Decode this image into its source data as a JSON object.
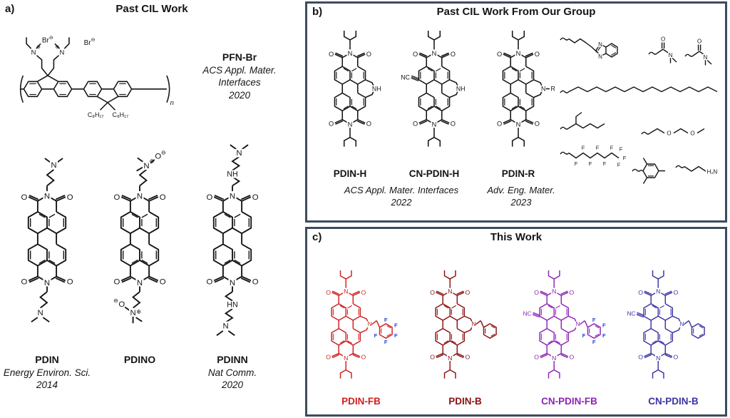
{
  "panel_a": {
    "tag": "a)",
    "title": "Past CIL Work",
    "pfnbr": {
      "name": "PFN-Br",
      "ref_lines": [
        "ACS Appl. Mater.",
        "Interfaces",
        "2020"
      ]
    },
    "compounds": [
      {
        "name": "PDIN",
        "ref_lines": [
          "Energy Environ. Sci.",
          "2014"
        ]
      },
      {
        "name": "PDINO",
        "ref_lines": [
          "",
          ""
        ]
      },
      {
        "name": "PDINN",
        "ref_lines": [
          "Nat Comm.",
          "2020"
        ]
      }
    ]
  },
  "panel_b": {
    "tag": "b)",
    "title": "Past CIL Work From Our Group",
    "compounds": [
      {
        "name": "PDIN-H"
      },
      {
        "name": "CN-PDIN-H"
      },
      {
        "name": "PDIN-R"
      }
    ],
    "refs": [
      {
        "lines": [
          "ACS Appl. Mater. Interfaces",
          "2022"
        ]
      },
      {
        "lines": [
          "Adv. Eng. Mater.",
          "2023"
        ]
      }
    ]
  },
  "panel_c": {
    "tag": "c)",
    "title": "This Work",
    "fluorine_color": "#2743d9",
    "compounds": [
      {
        "name": "PDIN-FB",
        "color": "#d01f1f"
      },
      {
        "name": "PDIN-B",
        "color": "#8a1111"
      },
      {
        "name": "CN-PDIN-FB",
        "color": "#8e24b5"
      },
      {
        "name": "CN-PDIN-B",
        "color": "#3a34a3"
      }
    ]
  },
  "frame_color": "#3d4c5e",
  "atoms": {
    "n": "N",
    "o": "O",
    "f": "F",
    "r": "R",
    "nh": "NH",
    "hn": "HN",
    "nc": "NC",
    "br": "Br",
    "plus": "⊕",
    "minus": "⊖",
    "h2n": "H₂N",
    "c8h17": "C₈H₁₇",
    "n_repeat": "n"
  }
}
